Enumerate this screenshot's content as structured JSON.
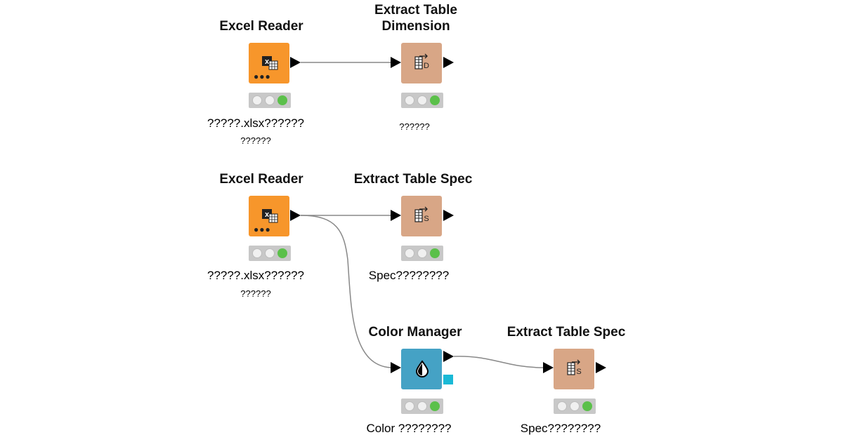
{
  "nodes": {
    "excel_reader_1": {
      "title": "Excel Reader",
      "caption_line1": "?????.xlsx??????",
      "caption_line2": "??????"
    },
    "extract_dim": {
      "title": "Extract Table\nDimension",
      "title_line1": "Extract Table",
      "title_line2": "Dimension",
      "caption_line1": "??????"
    },
    "excel_reader_2": {
      "title": "Excel Reader",
      "caption_line1": "?????.xlsx??????",
      "caption_line2": "??????"
    },
    "extract_spec_1": {
      "title": "Extract Table Spec",
      "caption_line1": "Spec????????"
    },
    "color_manager": {
      "title": "Color Manager",
      "caption_line1": "Color ????????"
    },
    "extract_spec_2": {
      "title": "Extract Table Spec",
      "caption_line1": "Spec????????"
    }
  },
  "icons": {
    "excel": "excel-reader-icon",
    "dimension": "table-dimension-icon",
    "spec": "table-spec-icon",
    "color": "color-drop-icon"
  },
  "colors": {
    "excel_node": "#f7962b",
    "manipulator_node": "#d8a686",
    "visualizer_node": "#45a2c5",
    "status_executed": "#5bc04a",
    "model_port": "#19b9d6",
    "connection": "#888888"
  },
  "status": {
    "excel_reader_1": "executed",
    "extract_dim": "executed",
    "excel_reader_2": "executed",
    "extract_spec_1": "executed",
    "color_manager": "executed",
    "extract_spec_2": "executed"
  }
}
